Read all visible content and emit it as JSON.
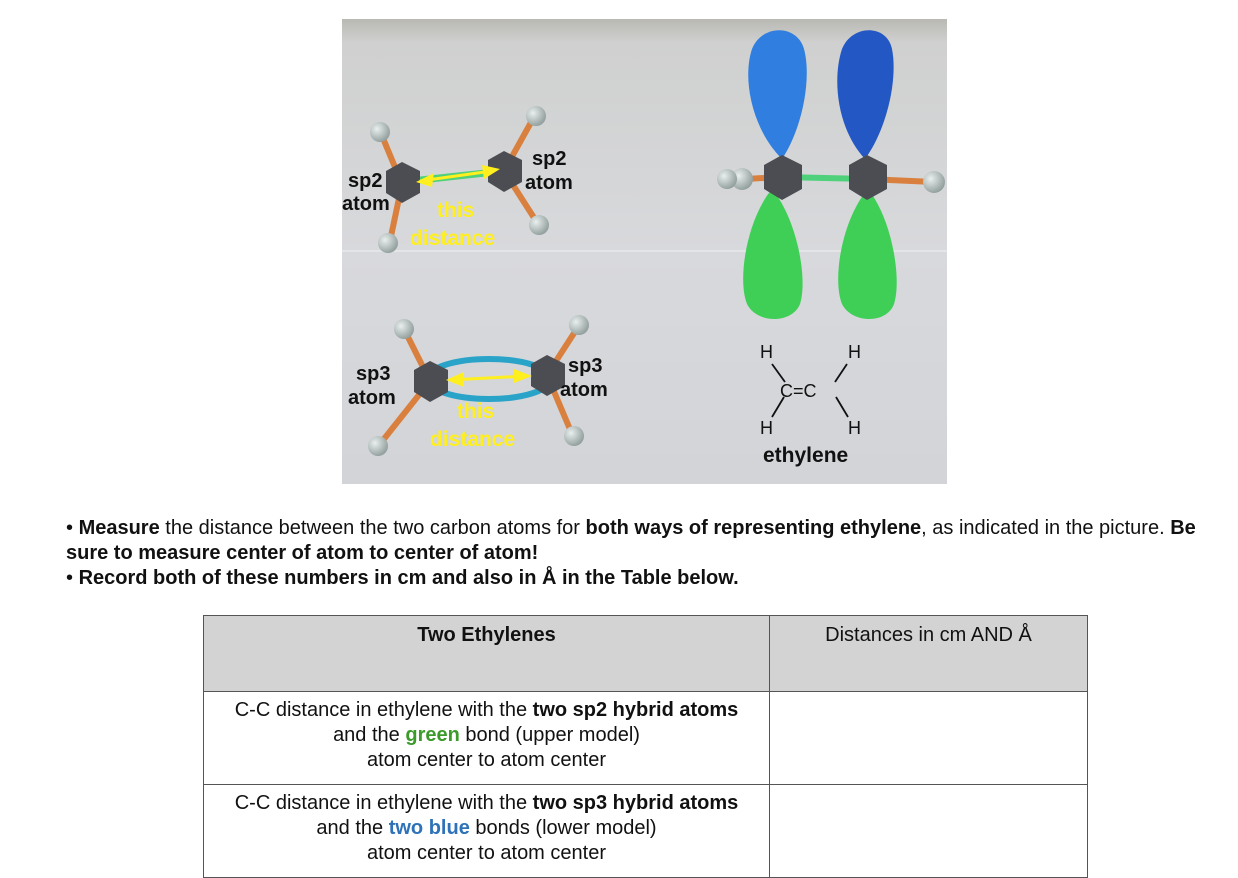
{
  "photo": {
    "upper_left_label_1": "sp2",
    "upper_left_label_2": "atom",
    "upper_right_label_1": "sp2",
    "upper_right_label_2": "atom",
    "upper_distance_1": "this",
    "upper_distance_2": "distance",
    "lower_left_label_1": "sp3",
    "lower_left_label_2": "atom",
    "lower_right_label_1": "sp3",
    "lower_right_label_2": "atom",
    "lower_distance_1": "this",
    "lower_distance_2": "distance",
    "structure_h1": "H",
    "structure_h2": "H",
    "structure_h3": "H",
    "structure_h4": "H",
    "structure_cc": "C=C",
    "molecule_name": "ethylene",
    "colors": {
      "arrow": "#ffef1f",
      "lobe_blue": "#2f7ee0",
      "lobe_green": "#3fcf57",
      "bond_green": "#3fcf57",
      "bond_blue": "#2aa3c9"
    }
  },
  "instructions": {
    "line1": {
      "bullet": "• ",
      "b1": "Measure",
      "t1": " the distance between the two carbon atoms for ",
      "b2": "both ways of representing ethylene",
      "t2": ", as indicated in the picture. ",
      "b3": "Be sure to measure center of atom to center of atom!"
    },
    "line2": {
      "bullet": "• ",
      "b1": "Record both of these numbers in cm and also in Å in the Table below."
    }
  },
  "table": {
    "header_col1": "Two Ethylenes",
    "header_col2": "Distances in cm AND Å",
    "row1": {
      "t1": "C-C distance in ethylene with the ",
      "b1": "two sp2 hybrid atoms",
      "t2": " and the ",
      "color_word": "green",
      "t3": " bond (upper model)",
      "t4": "atom center to atom center",
      "answer": ""
    },
    "row2": {
      "t1": "C-C distance in ethylene with the ",
      "b1": "two sp3 hybrid atoms",
      "t2": " and the ",
      "color_word": "two blue",
      "t3": " bonds (lower model)",
      "t4": "atom center to atom center",
      "answer": ""
    }
  }
}
